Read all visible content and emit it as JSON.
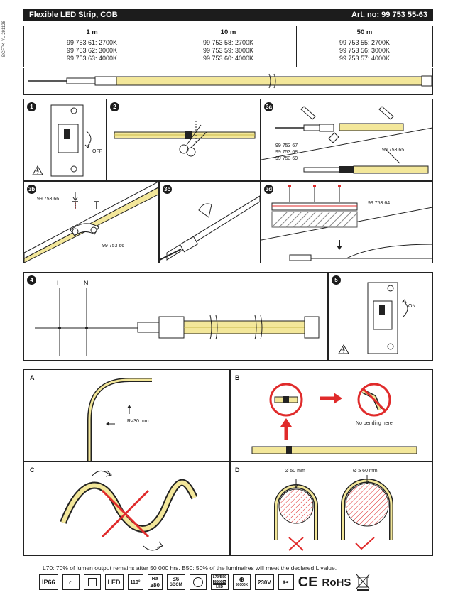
{
  "side_code": "BCFPK-YL-291128",
  "header": {
    "title": "Flexible LED Strip, COB",
    "article": "Art. no: 99 753 55-63"
  },
  "variants": [
    {
      "length": "1 m",
      "items": [
        "99 753 61: 2700K",
        "99 753 62: 3000K",
        "99 753 63: 4000K"
      ]
    },
    {
      "length": "10 m",
      "items": [
        "99 753 58: 2700K",
        "99 753 59: 3000K",
        "99 753 60: 4000K"
      ]
    },
    {
      "length": "50 m",
      "items": [
        "99 753 55: 2700K",
        "99 753 56: 3000K",
        "99 753 57: 4000K"
      ]
    }
  ],
  "steps": {
    "s1": {
      "num": "1",
      "off_label": "OFF"
    },
    "s2": {
      "num": "2"
    },
    "s3a": {
      "num": "3a",
      "labels": [
        "99 753 67",
        "99 753 68",
        "99 753 69"
      ],
      "label_right": "99 753 65"
    },
    "s3b": {
      "num": "3b",
      "label_top": "99 753 66",
      "label_bottom": "99 753 66"
    },
    "s3c": {
      "num": "3c"
    },
    "s3d": {
      "num": "3d",
      "label": "99 753 64"
    },
    "s4": {
      "num": "4",
      "l_label": "L",
      "n_label": "N"
    },
    "s5": {
      "num": "5",
      "on_label": "ON"
    }
  },
  "sections": {
    "A": {
      "letter": "A",
      "radius": "R>30 mm"
    },
    "B": {
      "letter": "B",
      "caption": "No bending here"
    },
    "C": {
      "letter": "C"
    },
    "D": {
      "letter": "D",
      "d1": "Ø 50 mm",
      "d2": "Ø ≥ 60 mm"
    }
  },
  "footer": {
    "text": "L70: 70% of lumen output remains after 50 000 hrs. B50: 50% of the luminaires will meet the declared L value.",
    "icons": {
      "ip": "IP66",
      "led": "LED",
      "angle": "110°",
      "ra_top": "Ra",
      "ra_bottom": "≥80",
      "sdcm_top": "≤6",
      "sdcm_bottom": "SDCM",
      "life_top": "L70/B50",
      "life_mid": "50000h",
      "life_bottom": "LED",
      "cycles": "50000X",
      "voltage": "230V",
      "ce": "CE",
      "rohs": "RoHS"
    }
  },
  "colors": {
    "strip": "#f3e79a",
    "accent": "#e02b2b",
    "dark": "#1c1c1c"
  }
}
